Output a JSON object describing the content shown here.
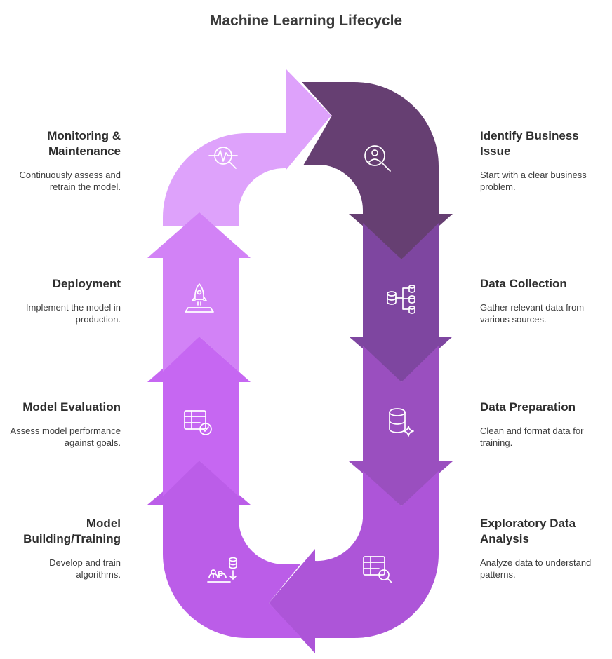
{
  "title": "Machine Learning Lifecycle",
  "colors": {
    "identify": "#663f72",
    "collection": "#7e46a0",
    "preparation": "#9a4fbf",
    "eda": "#ad55d8",
    "building": "#bb5de8",
    "evaluation": "#c667f2",
    "deployment": "#d282f6",
    "monitoring": "#dea2fb"
  },
  "steps": {
    "identify": {
      "title": "Identify Business Issue",
      "desc": "Start with a clear business problem.",
      "icon": "search-person-icon"
    },
    "collection": {
      "title": "Data Collection",
      "desc": "Gather relevant data from various sources.",
      "icon": "database-network-icon"
    },
    "preparation": {
      "title": "Data Preparation",
      "desc": "Clean and format data for training.",
      "icon": "database-sparkle-icon"
    },
    "eda": {
      "title": "Exploratory Data Analysis",
      "desc": "Analyze data to understand patterns.",
      "icon": "table-search-icon"
    },
    "building": {
      "title": "Model Building/Training",
      "desc": "Develop and train algorithms.",
      "icon": "gears-database-icon"
    },
    "evaluation": {
      "title": "Model Evaluation",
      "desc": "Assess model performance against goals.",
      "icon": "table-check-icon"
    },
    "deployment": {
      "title": "Deployment",
      "desc": "Implement the model in production.",
      "icon": "rocket-icon"
    },
    "monitoring": {
      "title": "Monitoring & Maintenance",
      "desc": "Continuously assess and retrain the model.",
      "icon": "pulse-search-icon"
    }
  }
}
